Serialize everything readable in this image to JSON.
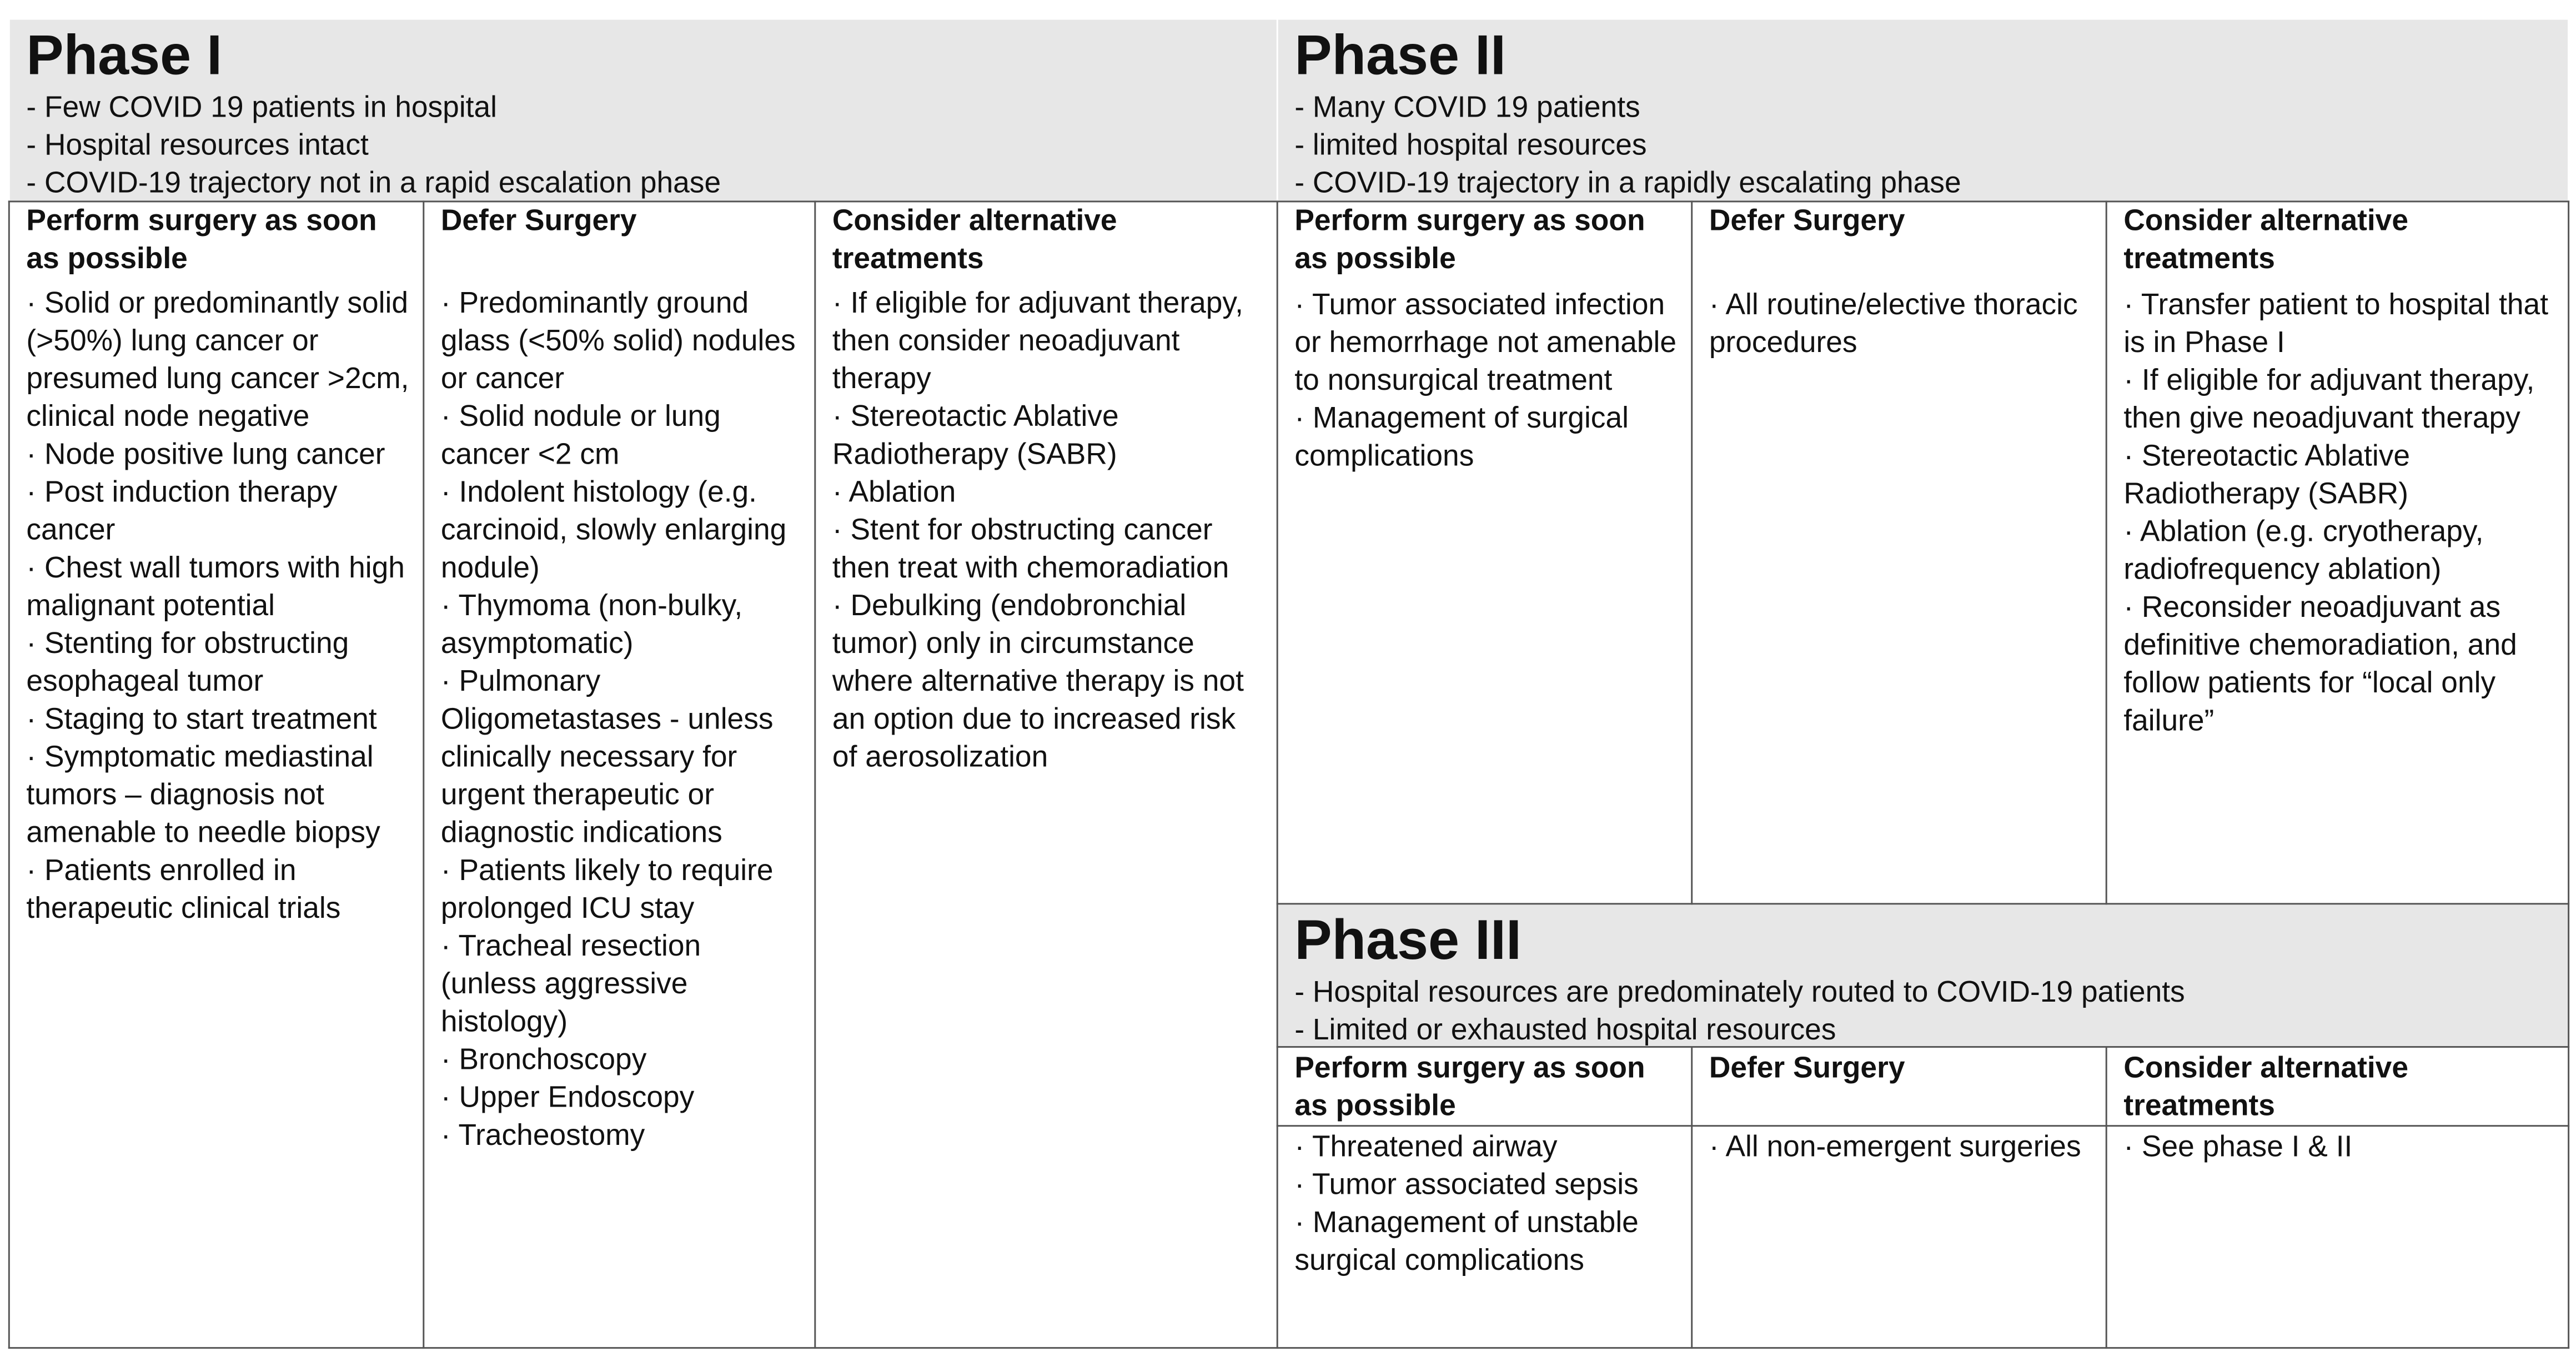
{
  "phases": [
    {
      "title": "Phase I",
      "criteria": [
        "- Few COVID 19 patients in hospital",
        "- Hospital resources intact",
        "- COVID-19 trajectory not in a rapid escalation phase"
      ],
      "columns": [
        {
          "heading": "Perform surgery as soon as possible",
          "items": [
            "· Solid or predominantly solid (>50%) lung cancer or presumed lung cancer >2cm, clinical node negative",
            "· Node positive lung cancer",
            "· Post induction therapy cancer",
            "· Chest wall tumors with high malignant potential",
            "· Stenting for obstructing esophageal tumor",
            "· Staging to start treatment",
            "· Symptomatic mediastinal tumors – diagnosis not amenable to needle biopsy",
            "· Patients enrolled in therapeutic clinical trials"
          ]
        },
        {
          "heading": "Defer Surgery",
          "items": [
            "· Predominantly ground glass (<50% solid) nodules or cancer",
            "· Solid nodule or lung cancer <2 cm",
            "· Indolent histology (e.g. carcinoid, slowly enlarging nodule)",
            "· Thymoma (non-bulky, asymptomatic)",
            "· Pulmonary Oligometastases - unless clinically necessary for urgent therapeutic or diagnostic indications",
            "· Patients likely to require prolonged ICU stay",
            "· Tracheal resection (unless aggressive histology)",
            "· Bronchoscopy",
            "· Upper Endoscopy",
            "· Tracheostomy"
          ]
        },
        {
          "heading": "Consider alternative treatments",
          "items": [
            "· If eligible for adjuvant therapy, then consider neoadjuvant therapy",
            "· Stereotactic Ablative Radiotherapy (SABR)",
            "· Ablation",
            "· Stent for obstructing cancer then treat with chemoradiation",
            "· Debulking (endobronchial tumor) only in circumstance where alternative therapy is not an option due to increased risk of aerosolization"
          ]
        }
      ]
    },
    {
      "title": "Phase II",
      "criteria": [
        "- Many COVID 19 patients",
        "- limited hospital resources",
        "- COVID-19 trajectory in a rapidly escalating phase"
      ],
      "columns": [
        {
          "heading": "Perform surgery as soon as possible",
          "items": [
            "· Tumor associated infection or hemorrhage not amenable to nonsurgical treatment",
            "· Management of surgical complications"
          ]
        },
        {
          "heading": "Defer Surgery",
          "items": [
            "· All routine/elective thoracic procedures"
          ]
        },
        {
          "heading": "Consider alternative treatments",
          "items": [
            "· Transfer patient to hospital that is in Phase I",
            "· If eligible for adjuvant therapy, then give neoadjuvant therapy",
            "· Stereotactic Ablative Radiotherapy (SABR)",
            "· Ablation (e.g. cryotherapy, radiofrequency ablation)",
            "· Reconsider neoadjuvant as definitive chemoradiation, and follow patients for “local only failure”"
          ]
        }
      ]
    },
    {
      "title": "Phase III",
      "criteria": [
        "- Hospital resources are predominately routed to COVID-19 patients",
        "- Limited or exhausted hospital resources"
      ],
      "columns": [
        {
          "heading": "Perform surgery as soon as possible",
          "items": [
            "· Threatened airway",
            "· Tumor associated sepsis",
            "· Management of unstable surgical complications"
          ]
        },
        {
          "heading": "Defer Surgery",
          "items": [
            "· All non-emergent surgeries"
          ]
        },
        {
          "heading": "Consider alternative treatments",
          "items": [
            "· See phase I & II"
          ]
        }
      ]
    }
  ]
}
